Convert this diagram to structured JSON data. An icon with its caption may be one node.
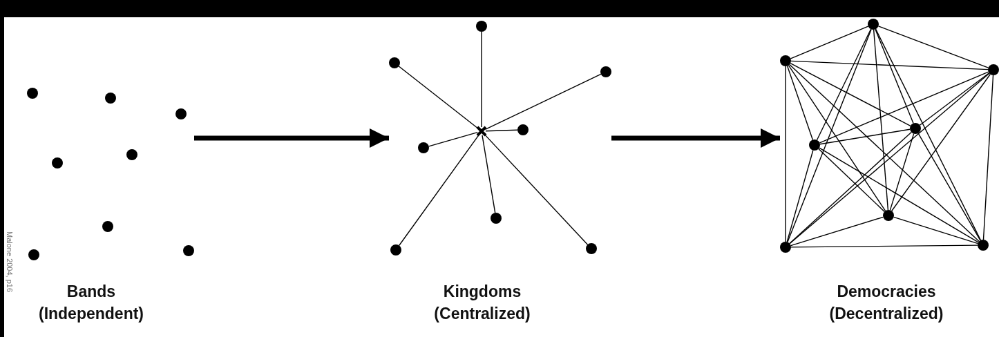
{
  "diagram": {
    "nodes": [
      {
        "text": [
          "Bands (Independent)"
        ]
      },
      {
        "text": [],
        "shape": "circle",
        "in": 0
      },
      {
        "text": [],
        "shape": "circle",
        "in": 0
      },
      {
        "text": [],
        "shape": "circle",
        "in": 0
      },
      {
        "text": [],
        "shape": "circle",
        "in": 0
      },
      {
        "text": [],
        "shape": "circle",
        "in": 0
      },
      {
        "text": [],
        "shape": "circle",
        "in": 0
      },
      {
        "text": [],
        "shape": "circle",
        "in": 0
      },
      {
        "text": [],
        "shape": "circle",
        "in": 0
      },
      {
        "text": [
          "Kingdoms (Centralized)"
        ]
      },
      {
        "text": [],
        "shape": "cross",
        "in": 9
      },
      {
        "text": [],
        "shape": "circle",
        "in": 9
      },
      {
        "text": [],
        "shape": "circle",
        "in": 9
      },
      {
        "text": [],
        "shape": "circle",
        "in": 9
      },
      {
        "text": [],
        "shape": "circle",
        "in": 9
      },
      {
        "text": [],
        "shape": "circle",
        "in": 9
      },
      {
        "text": [],
        "shape": "circle",
        "in": 9
      },
      {
        "text": [],
        "shape": "circle",
        "in": 9
      },
      {
        "text": [],
        "shape": "circle",
        "in": 9
      },
      {
        "text": [
          "Democracies (Decentralized)"
        ]
      },
      {
        "text": [],
        "shape": "circle",
        "in": 19
      },
      {
        "text": [],
        "shape": "circle",
        "in": 19
      },
      {
        "text": [],
        "shape": "circle",
        "in": 19
      },
      {
        "text": [],
        "shape": "circle",
        "in": 19
      },
      {
        "text": [],
        "shape": "circle",
        "in": 19
      },
      {
        "text": [],
        "shape": "circle",
        "in": 19
      },
      {
        "text": [],
        "shape": "circle",
        "in": 19
      },
      {
        "text": [],
        "shape": "circle",
        "in": 19
      }
    ],
    "edges": [
      {
        "from": 0,
        "to": 9,
        "arrow": "to",
        "style": "thick"
      },
      {
        "from": 9,
        "to": 19,
        "arrow": "to",
        "style": "thick"
      },
      {
        "from": 10,
        "to": 11,
        "arrow": "none"
      },
      {
        "from": 10,
        "to": 12,
        "arrow": "none"
      },
      {
        "from": 10,
        "to": 13,
        "arrow": "none"
      },
      {
        "from": 10,
        "to": 14,
        "arrow": "none"
      },
      {
        "from": 10,
        "to": 15,
        "arrow": "none"
      },
      {
        "from": 10,
        "to": 16,
        "arrow": "none"
      },
      {
        "from": 10,
        "to": 17,
        "arrow": "none"
      },
      {
        "from": 10,
        "to": 18,
        "arrow": "none"
      },
      {
        "from": 20,
        "to": 21,
        "arrow": "none"
      },
      {
        "from": 20,
        "to": 22,
        "arrow": "none"
      },
      {
        "from": 20,
        "to": 23,
        "arrow": "none"
      },
      {
        "from": 20,
        "to": 24,
        "arrow": "none"
      },
      {
        "from": 20,
        "to": 25,
        "arrow": "none"
      },
      {
        "from": 20,
        "to": 26,
        "arrow": "none"
      },
      {
        "from": 20,
        "to": 27,
        "arrow": "none"
      },
      {
        "from": 21,
        "to": 22,
        "arrow": "none"
      },
      {
        "from": 21,
        "to": 23,
        "arrow": "none"
      },
      {
        "from": 21,
        "to": 24,
        "arrow": "none"
      },
      {
        "from": 21,
        "to": 25,
        "arrow": "none"
      },
      {
        "from": 21,
        "to": 26,
        "arrow": "none"
      },
      {
        "from": 21,
        "to": 27,
        "arrow": "none"
      },
      {
        "from": 22,
        "to": 23,
        "arrow": "none"
      },
      {
        "from": 22,
        "to": 24,
        "arrow": "none"
      },
      {
        "from": 22,
        "to": 25,
        "arrow": "none"
      },
      {
        "from": 22,
        "to": 26,
        "arrow": "none"
      },
      {
        "from": 22,
        "to": 27,
        "arrow": "none"
      },
      {
        "from": 23,
        "to": 24,
        "arrow": "none"
      },
      {
        "from": 23,
        "to": 25,
        "arrow": "none"
      },
      {
        "from": 23,
        "to": 26,
        "arrow": "none"
      },
      {
        "from": 23,
        "to": 27,
        "arrow": "none"
      },
      {
        "from": 24,
        "to": 25,
        "arrow": "none"
      },
      {
        "from": 24,
        "to": 26,
        "arrow": "none"
      },
      {
        "from": 24,
        "to": 27,
        "arrow": "none"
      },
      {
        "from": 25,
        "to": 26,
        "arrow": "none"
      },
      {
        "from": 25,
        "to": 27,
        "arrow": "none"
      },
      {
        "from": 26,
        "to": 27,
        "arrow": "none"
      }
    ],
    "labels": [
      "Malone 2004, p16"
    ]
  }
}
